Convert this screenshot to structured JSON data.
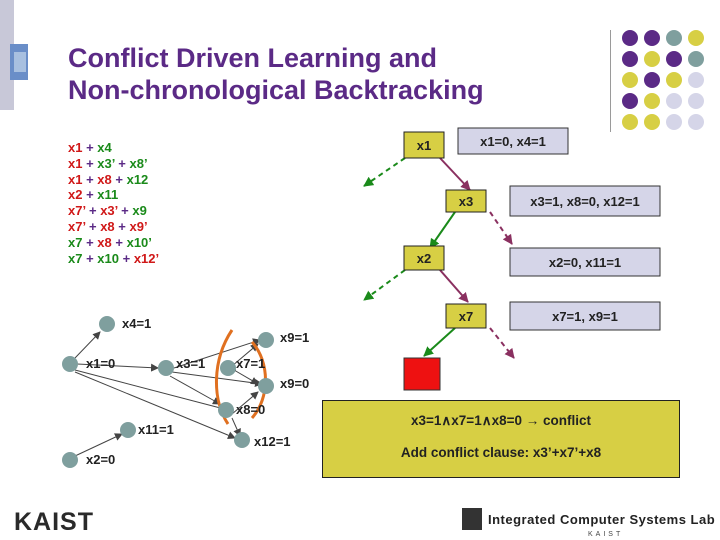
{
  "title": {
    "line1": "Conflict Driven Learning and",
    "line2": "Non-chronological Backtracking"
  },
  "clauses": [
    [
      {
        "t": "x1",
        "c": "red"
      },
      {
        "t": " + ",
        "c": "op"
      },
      {
        "t": "x4",
        "c": "green"
      }
    ],
    [
      {
        "t": "x1",
        "c": "red"
      },
      {
        "t": " + ",
        "c": "op"
      },
      {
        "t": "x3’",
        "c": "green"
      },
      {
        "t": " + ",
        "c": "op"
      },
      {
        "t": "x8’",
        "c": "green"
      }
    ],
    [
      {
        "t": "x1",
        "c": "red"
      },
      {
        "t": " + ",
        "c": "op"
      },
      {
        "t": "x8",
        "c": "red"
      },
      {
        "t": " + ",
        "c": "op"
      },
      {
        "t": "x12",
        "c": "green"
      }
    ],
    [
      {
        "t": "x2",
        "c": "red"
      },
      {
        "t": " + ",
        "c": "op"
      },
      {
        "t": "x11",
        "c": "green"
      }
    ],
    [
      {
        "t": "x7’",
        "c": "red"
      },
      {
        "t": " + ",
        "c": "op"
      },
      {
        "t": "x3’",
        "c": "red"
      },
      {
        "t": " + ",
        "c": "op"
      },
      {
        "t": "x9",
        "c": "green"
      }
    ],
    [
      {
        "t": "x7’",
        "c": "red"
      },
      {
        "t": " + ",
        "c": "op"
      },
      {
        "t": "x8",
        "c": "red"
      },
      {
        "t": " + ",
        "c": "op"
      },
      {
        "t": "x9’",
        "c": "red"
      }
    ],
    [
      {
        "t": "x7",
        "c": "green"
      },
      {
        "t": " + ",
        "c": "op"
      },
      {
        "t": "x8",
        "c": "red"
      },
      {
        "t": " + ",
        "c": "op"
      },
      {
        "t": "x10’",
        "c": "green"
      }
    ],
    [
      {
        "t": "x7",
        "c": "green"
      },
      {
        "t": " + ",
        "c": "op"
      },
      {
        "t": "x10",
        "c": "green"
      },
      {
        "t": " + ",
        "c": "op"
      },
      {
        "t": "x12’",
        "c": "red"
      }
    ]
  ],
  "decision_tree": {
    "nodes": [
      "x1",
      "x3",
      "x2",
      "x7"
    ],
    "assignments": [
      "x1=0, x4=1",
      "x3=1, x8=0, x12=1",
      "x2=0, x11=1",
      "x7=1, x9=1"
    ]
  },
  "implication_graph": {
    "labels": {
      "x4": "x4=1",
      "x1": "x1=0",
      "x3": "x3=1",
      "x7": "x7=1",
      "x9a": "x9=1",
      "x9b": "x9=0",
      "x8": "x8=0",
      "x11": "x11=1",
      "x12": "x12=1",
      "x2": "x2=0"
    }
  },
  "conflict_box": {
    "line1": "x3=1∧x7=1∧x8=0 → conflict",
    "line2": "Add conflict clause: x3’+x7’+x8"
  },
  "footer": {
    "left_logo": "KAIST",
    "right_logo": "Integrated Computer Systems Lab",
    "right_sub": "KAIST"
  },
  "colors": {
    "title": "#5b2a86",
    "node_fill": "#d7cf44",
    "assign_fill": "#d5d5e8",
    "graph_node": "#7f9f9e",
    "conflict_red": "#ee1111",
    "cut": "#e07020"
  }
}
